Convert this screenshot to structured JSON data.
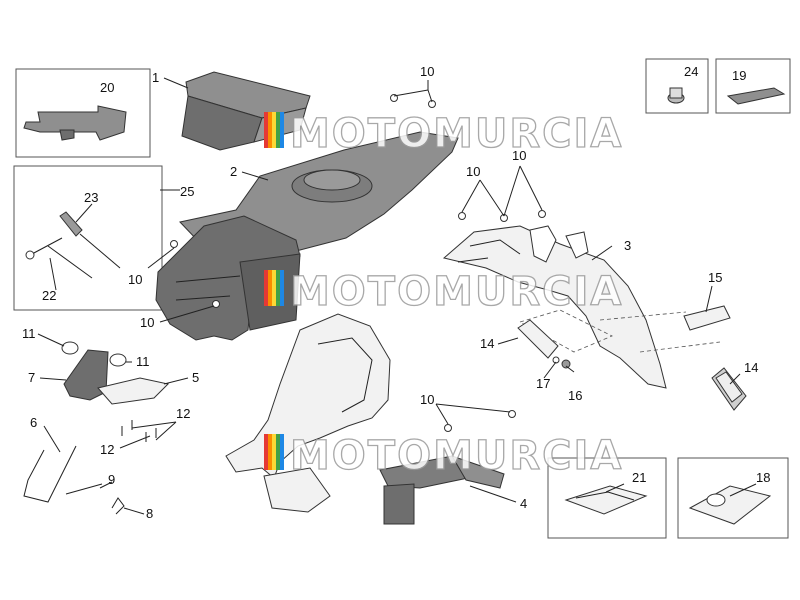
{
  "diagram": {
    "callouts": {
      "c1": "1",
      "c2": "2",
      "c3": "3",
      "c4": "4",
      "c5": "5",
      "c6": "6",
      "c7": "7",
      "c8": "8",
      "c9": "9",
      "c10a": "10",
      "c10b": "10",
      "c10c": "10",
      "c10d": "10",
      "c10e": "10",
      "c10f": "10",
      "c11a": "11",
      "c11b": "11",
      "c12a": "12",
      "c12b": "12",
      "c14a": "14",
      "c14b": "14",
      "c15": "15",
      "c16": "16",
      "c17": "17",
      "c18": "18",
      "c19": "19",
      "c20": "20",
      "c21": "21",
      "c22": "22",
      "c23": "23",
      "c24": "24",
      "c25": "25"
    },
    "watermark": {
      "text": "MOTOMURCIA",
      "colors": [
        "#e53935",
        "#fb8c00",
        "#fdd835",
        "#43a047",
        "#1e88e5"
      ]
    },
    "colors": {
      "part_fill": "#8f8f8f",
      "part_dark": "#6e6e6e",
      "part_light": "#f2f2f2",
      "line": "#222222"
    }
  }
}
